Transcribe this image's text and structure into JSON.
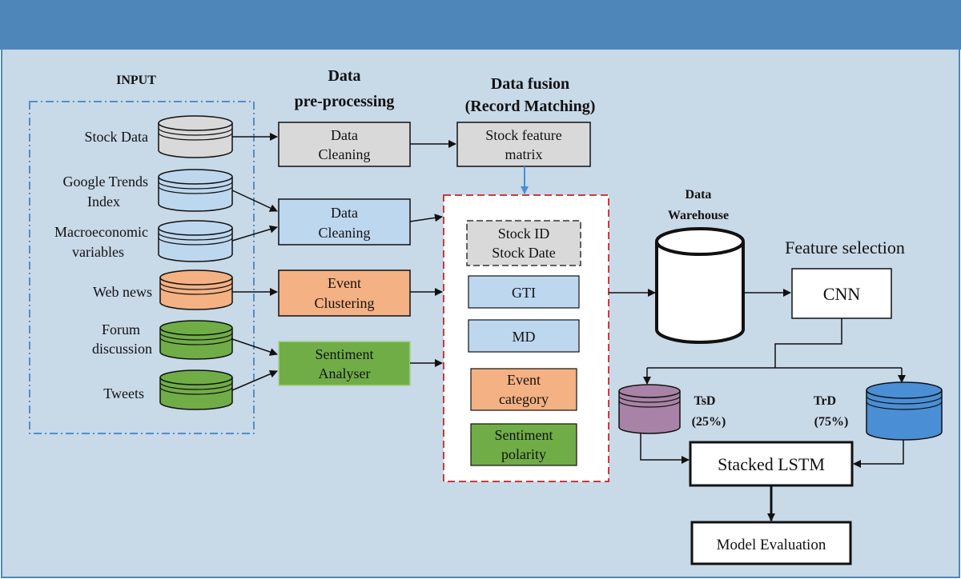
{
  "colors": {
    "banner": "#4f86b9",
    "panel": "#c8d9e8",
    "gray": "#d9d9d9",
    "light_blue": "#bdd7ee",
    "orange": "#f4b183",
    "green": "#70ad47",
    "purple": "#a882a7",
    "dark_blue": "#4a8fd6",
    "dashed_blue": "#2e75b6",
    "dashed_red": "#c00000"
  },
  "headers": {
    "input": "INPUT",
    "preprocessing_line1": "Data",
    "preprocessing_line2": "pre-processing",
    "fusion_line1": "Data fusion",
    "fusion_line2": "(Record Matching)",
    "warehouse_line1": "Data",
    "warehouse_line2": "Warehouse",
    "feature_selection": "Feature selection"
  },
  "inputs": {
    "stock_data": "Stock Data",
    "google_trends_line1": "Google Trends",
    "google_trends_line2": "Index",
    "macro_line1": "Macroeconomic",
    "macro_line2": "variables",
    "web_news": "Web news",
    "forum_line1": "Forum",
    "forum_line2": "discussion",
    "tweets": "Tweets"
  },
  "preprocessing": {
    "cleaning1_line1": "Data",
    "cleaning1_line2": "Cleaning",
    "cleaning2_line1": "Data",
    "cleaning2_line2": "Cleaning",
    "event_line1": "Event",
    "event_line2": "Clustering",
    "sentiment_line1": "Sentiment",
    "sentiment_line2": "Analyser"
  },
  "fusion": {
    "matrix_line1": "Stock feature",
    "matrix_line2": "matrix",
    "stock_id": "Stock ID",
    "stock_date": "Stock Date",
    "gti": "GTI",
    "md": "MD",
    "event_line1": "Event",
    "event_line2": "category",
    "sentiment_line1": "Sentiment",
    "sentiment_line2": "polarity"
  },
  "model": {
    "cnn": "CNN",
    "tsd_name": "TsD",
    "tsd_pct": "(25%)",
    "trd_name": "TrD",
    "trd_pct": "(75%)",
    "lstm": "Stacked LSTM",
    "evaluation": "Model Evaluation"
  }
}
